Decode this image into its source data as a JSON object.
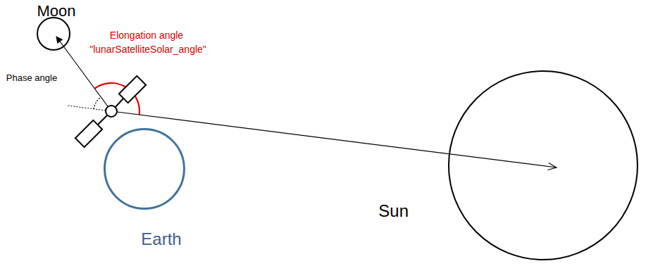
{
  "diagram": {
    "nodes": [
      {
        "text": [
          "Moon"
        ]
      },
      {
        "text": [
          "Earth"
        ]
      },
      {
        "text": [
          "Sun"
        ]
      }
    ],
    "labels": [
      "Elongation angle",
      "\"lunarSatelliteSolar_angle\"",
      "Phase angle"
    ]
  }
}
